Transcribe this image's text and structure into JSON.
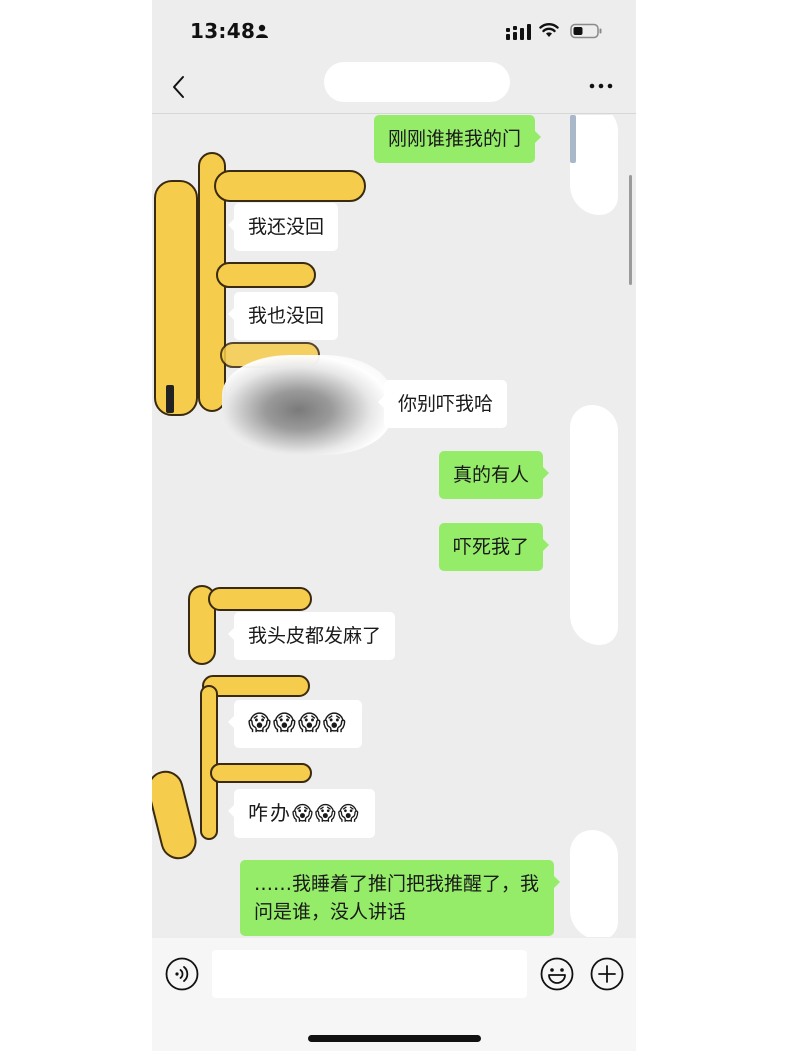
{
  "status_bar": {
    "time": "13:48",
    "icons": [
      "person-icon",
      "signal-icon",
      "wifi-icon",
      "battery-icon"
    ]
  },
  "nav": {
    "back_icon": "chevron-left",
    "title": "",
    "more_icon": "ellipsis"
  },
  "messages": [
    {
      "side": "out",
      "text": "刚刚谁推我的门"
    },
    {
      "side": "in",
      "text": "我还没回"
    },
    {
      "side": "in",
      "text": "我也没回"
    },
    {
      "side": "in",
      "text": "你别吓我哈"
    },
    {
      "side": "out",
      "text": "真的有人"
    },
    {
      "side": "out",
      "text": "吓死我了"
    },
    {
      "side": "in",
      "text": "我头皮都发麻了"
    },
    {
      "side": "in",
      "text": "😱😱😱😱"
    },
    {
      "side": "in",
      "text": "咋办😱😱😱"
    },
    {
      "side": "out",
      "text": "……我睡着了推门把我推醒了，我问是谁，没人讲话"
    }
  ],
  "input_bar": {
    "voice_icon": "voice-icon",
    "input_value": "",
    "emoji_icon": "smiley-icon",
    "plus_icon": "plus-circle-icon"
  },
  "colors": {
    "chat_bg": "#ededed",
    "bubble_out": "#95ec69",
    "bubble_in": "#ffffff",
    "sticker_yellow": "#f6cc4c"
  }
}
